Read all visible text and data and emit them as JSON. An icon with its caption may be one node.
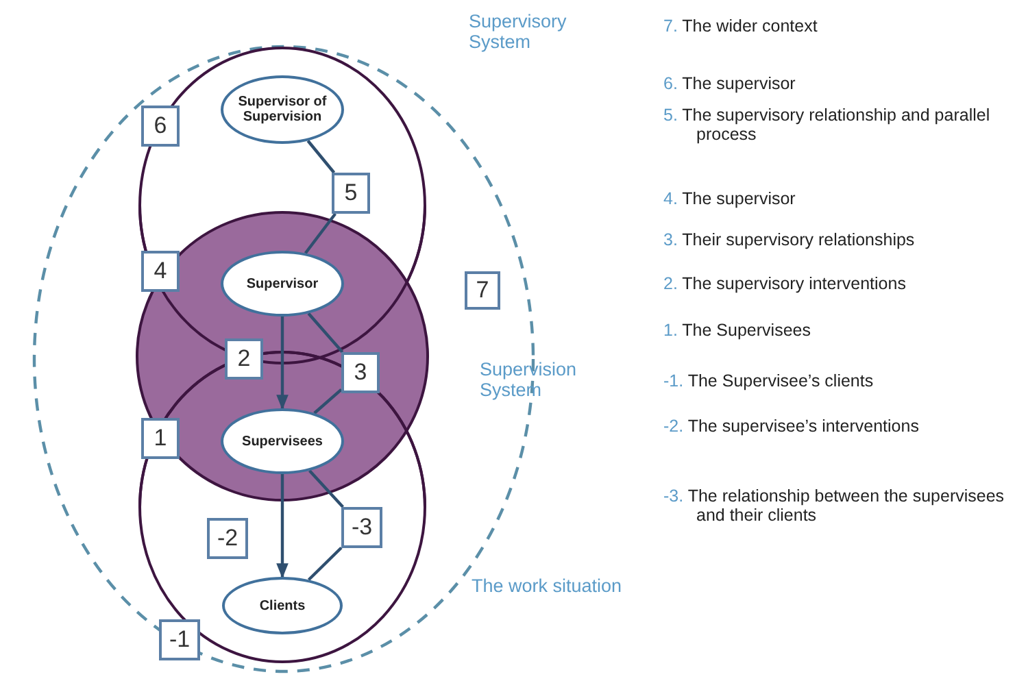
{
  "diagram": {
    "nodes": [
      {
        "text": [
          "Supervisor of Supervision"
        ]
      },
      {
        "text": [
          "6"
        ]
      },
      {
        "text": [
          "5"
        ]
      },
      {
        "text": [
          "4"
        ]
      },
      {
        "text": [
          "Supervisor"
        ]
      },
      {
        "text": [
          "7"
        ]
      },
      {
        "text": [
          "2"
        ]
      },
      {
        "text": [
          "3"
        ]
      },
      {
        "text": [
          "1"
        ]
      },
      {
        "text": [
          "Supervisees"
        ]
      },
      {
        "text": [
          "-2"
        ]
      },
      {
        "text": [
          "-3"
        ]
      },
      {
        "text": [
          "Clients"
        ]
      },
      {
        "text": [
          "-1"
        ]
      }
    ],
    "edges": [
      {
        "from": 0,
        "to": 2,
        "arrow": "none"
      },
      {
        "from": 2,
        "to": 4,
        "arrow": "none"
      },
      {
        "from": 4,
        "to": 9,
        "arrow": "to"
      },
      {
        "from": 4,
        "to": 7,
        "arrow": "none"
      },
      {
        "from": 7,
        "to": 9,
        "arrow": "none"
      },
      {
        "from": 9,
        "to": 12,
        "arrow": "to"
      },
      {
        "from": 9,
        "to": 11,
        "arrow": "none"
      },
      {
        "from": 11,
        "to": 12,
        "arrow": "none"
      }
    ],
    "labels": [
      "Supervisory System",
      "7. The wider context",
      "6. The supervisor",
      "5. The supervisory relationship and parallel process",
      "4. The supervisor",
      "3. Their supervisory relationships",
      "2. The supervisory interventions",
      "1. The Supervisees",
      "Supervision System",
      "-1. The Supervisee’s clients",
      "-2. The supervisee’s interventions",
      "-3. The relationship between the supervisees and their clients",
      "The work situation"
    ]
  }
}
